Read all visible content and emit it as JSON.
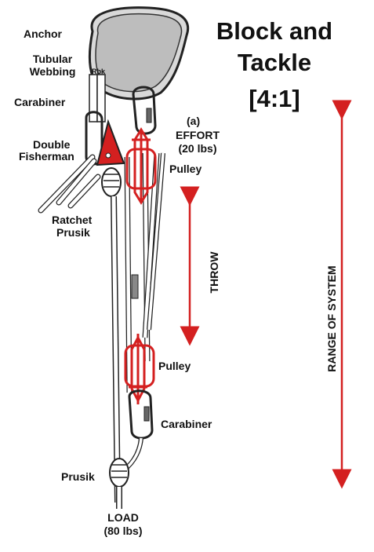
{
  "title": {
    "line1": "Block and",
    "line2": "Tackle",
    "line3": "[4:1]"
  },
  "labels": {
    "anchor": "Anchor",
    "tubular_webbing_1": "Tubular",
    "tubular_webbing_2": "Webbing",
    "rbk": "Rbk",
    "carabiner_top": "Carabiner",
    "double_fisherman_1": "Double",
    "double_fisherman_2": "Fisherman",
    "ratchet_prusik_1": "Ratchet",
    "ratchet_prusik_2": "Prusik",
    "a": "(a)",
    "effort_1": "EFFORT",
    "effort_2": "(20 lbs)",
    "pulley_top": "Pulley",
    "throw": "THROW",
    "range_of_system": "RANGE OF SYSTEM",
    "pulley_bottom": "Pulley",
    "carabiner_bottom": "Carabiner",
    "prusik": "Prusik",
    "load_1": "LOAD",
    "load_2": "(80 lbs)"
  },
  "colors": {
    "accent_red": "#d42020",
    "rope": "#ffffff",
    "outline": "#222222",
    "anchor_fill": "#c8c8c8"
  }
}
